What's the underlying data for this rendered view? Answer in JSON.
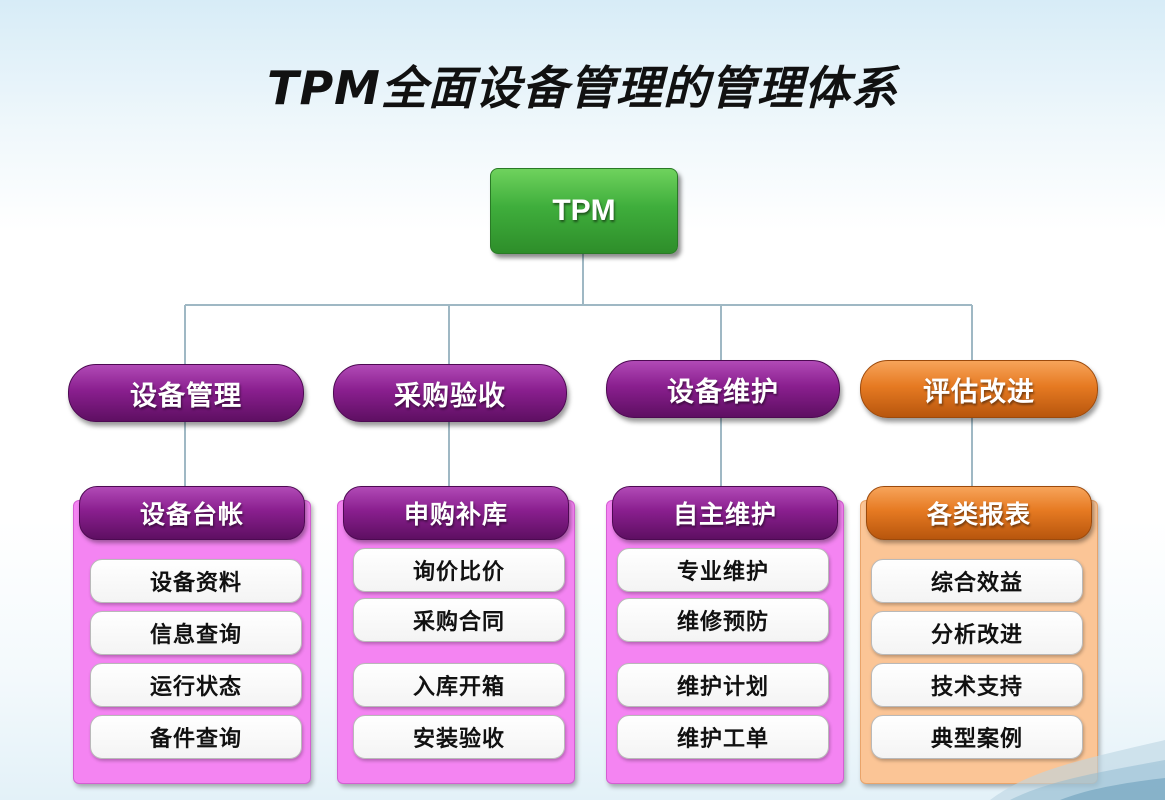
{
  "title": "TPM全面设备管理的管理体系",
  "root": {
    "label": "TPM"
  },
  "colors": {
    "root": "#3fae3c",
    "category_purple": "#8a1f8f",
    "category_orange": "#e67a22",
    "panel_pink": "#f484f2",
    "panel_peach": "#fbc596",
    "connector": "#9fb8c4"
  },
  "columns": [
    {
      "category": "设备管理",
      "subheader": "设备台帐",
      "items": [
        "设备资料",
        "信息查询",
        "运行状态",
        "备件查询"
      ]
    },
    {
      "category": "采购验收",
      "subheader": "申购补库",
      "items": [
        "询价比价",
        "采购合同",
        "入库开箱",
        "安装验收"
      ]
    },
    {
      "category": "设备维护",
      "subheader": "自主维护",
      "items": [
        "专业维护",
        "维修预防",
        "维护计划",
        "维护工单"
      ]
    },
    {
      "category": "评估改进",
      "subheader": "各类报表",
      "items": [
        "综合效益",
        "分析改进",
        "技术支持",
        "典型案例"
      ]
    }
  ]
}
